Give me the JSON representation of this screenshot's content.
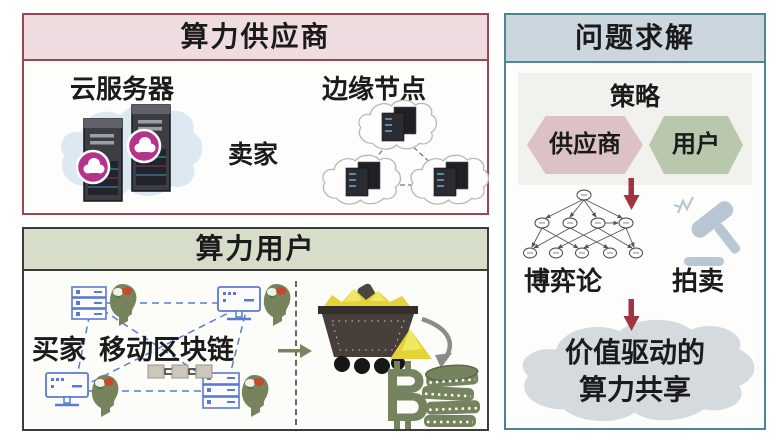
{
  "supplier_box": {
    "title": "算力供应商",
    "cloud_server_label": "云服务器",
    "edge_node_label": "边缘节点",
    "seller_label": "卖家"
  },
  "user_box": {
    "title": "算力用户",
    "buyer_label": "买家",
    "blockchain_label": "移动区块链"
  },
  "solution_box": {
    "title": "问题求解",
    "strategy_label": "策略",
    "supplier_hex_label": "供应商",
    "user_hex_label": "用户",
    "game_theory_label": "博弈论",
    "auction_label": "拍卖",
    "result_line1": "价值驱动的",
    "result_line2": "算力共享"
  },
  "icons": {
    "cloud_server_icon": "two tower servers on cloud with magenta cloud badges",
    "edge_nodes_icon": "three clouds with rack servers linked by dashed lines",
    "blockchain_network_icon": "devices and user heads linked by dashed lines with block chain",
    "mining_cart_icon": "cart full of gold with hammer",
    "bitcoin_icon": "₿",
    "coins_icon": "stack of coins",
    "game_tree_icon": "game-theory decision tree",
    "gavel_icon": "auction gavel",
    "down_arrow_icon": "▼",
    "right_arrow_icon": "→",
    "curved_arrow_icon": "⤵"
  },
  "colors": {
    "supplier_border": "#9a4752",
    "supplier_header_bg": "#efdce0",
    "user_border": "#3b3b3b",
    "user_header_bg": "#d6ddc9",
    "solution_border": "#4e8494",
    "solution_header_bg": "#ccd6df",
    "strategy_panel_bg": "#f1f1ed",
    "hex_pink": "#dcc1c5",
    "hex_green": "#b9c8ac",
    "accent_red_arrow": "#9e3540",
    "network_blue": "#5b7bd0",
    "olive_green": "#76835f",
    "magenta_badge": "#b4348c",
    "gold": "#e5d238",
    "solution_cloud_gray": "#d4dade",
    "gavel_blue": "#b9c6d3"
  }
}
